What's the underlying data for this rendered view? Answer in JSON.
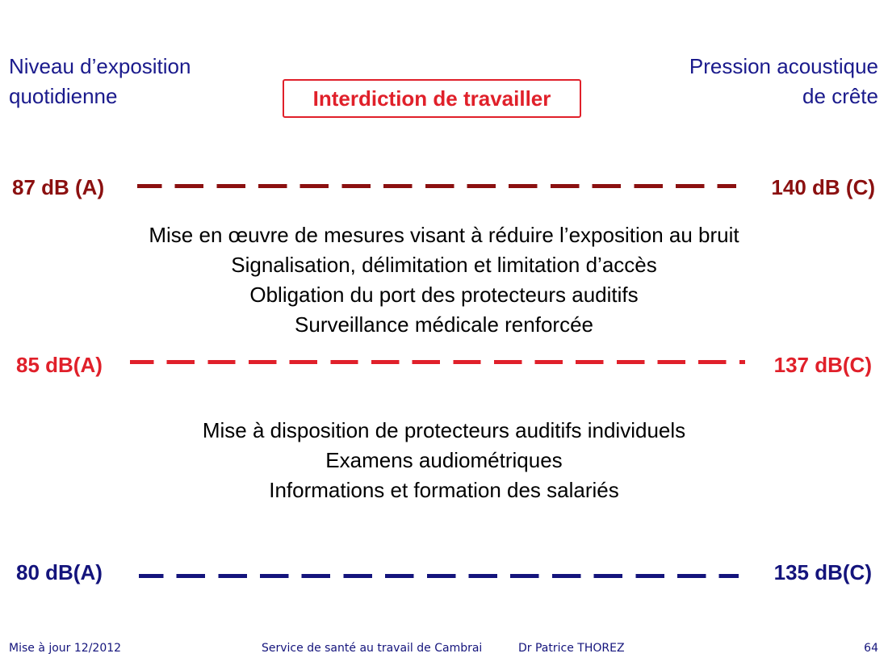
{
  "header": {
    "left_line1": "Niveau d’exposition",
    "left_line2": "quotidienne",
    "right_line1": "Pression acoustique",
    "right_line2": "de crête",
    "banner": "Interdiction de travailler"
  },
  "levels": {
    "top": {
      "left": "87 dB (A)",
      "right": "140 dB (C)"
    },
    "middle": {
      "left": "85 dB(A)",
      "right": "137 dB(C)"
    },
    "bottom": {
      "left": "80 dB(A)",
      "right": "135 dB(C)"
    }
  },
  "measures_upper": [
    "Mise en œuvre de mesures visant à réduire l’exposition au bruit",
    "Signalisation, délimitation et limitation d’accès",
    "Obligation du port des protecteurs auditifs",
    "Surveillance médicale renforcée"
  ],
  "measures_lower": [
    "Mise à disposition de protecteurs auditifs individuels",
    "Examens audiométriques",
    "Informations et formation des salariés"
  ],
  "footer": {
    "update": "Mise à jour 12/2012",
    "service": "Service de santé au travail de Cambrai",
    "author": "Dr Patrice THOREZ",
    "page": "64"
  },
  "colors": {
    "header_blue": "#1a1a8c",
    "dark_red": "#8b1010",
    "red": "#e0202a",
    "blue": "#14147c"
  }
}
